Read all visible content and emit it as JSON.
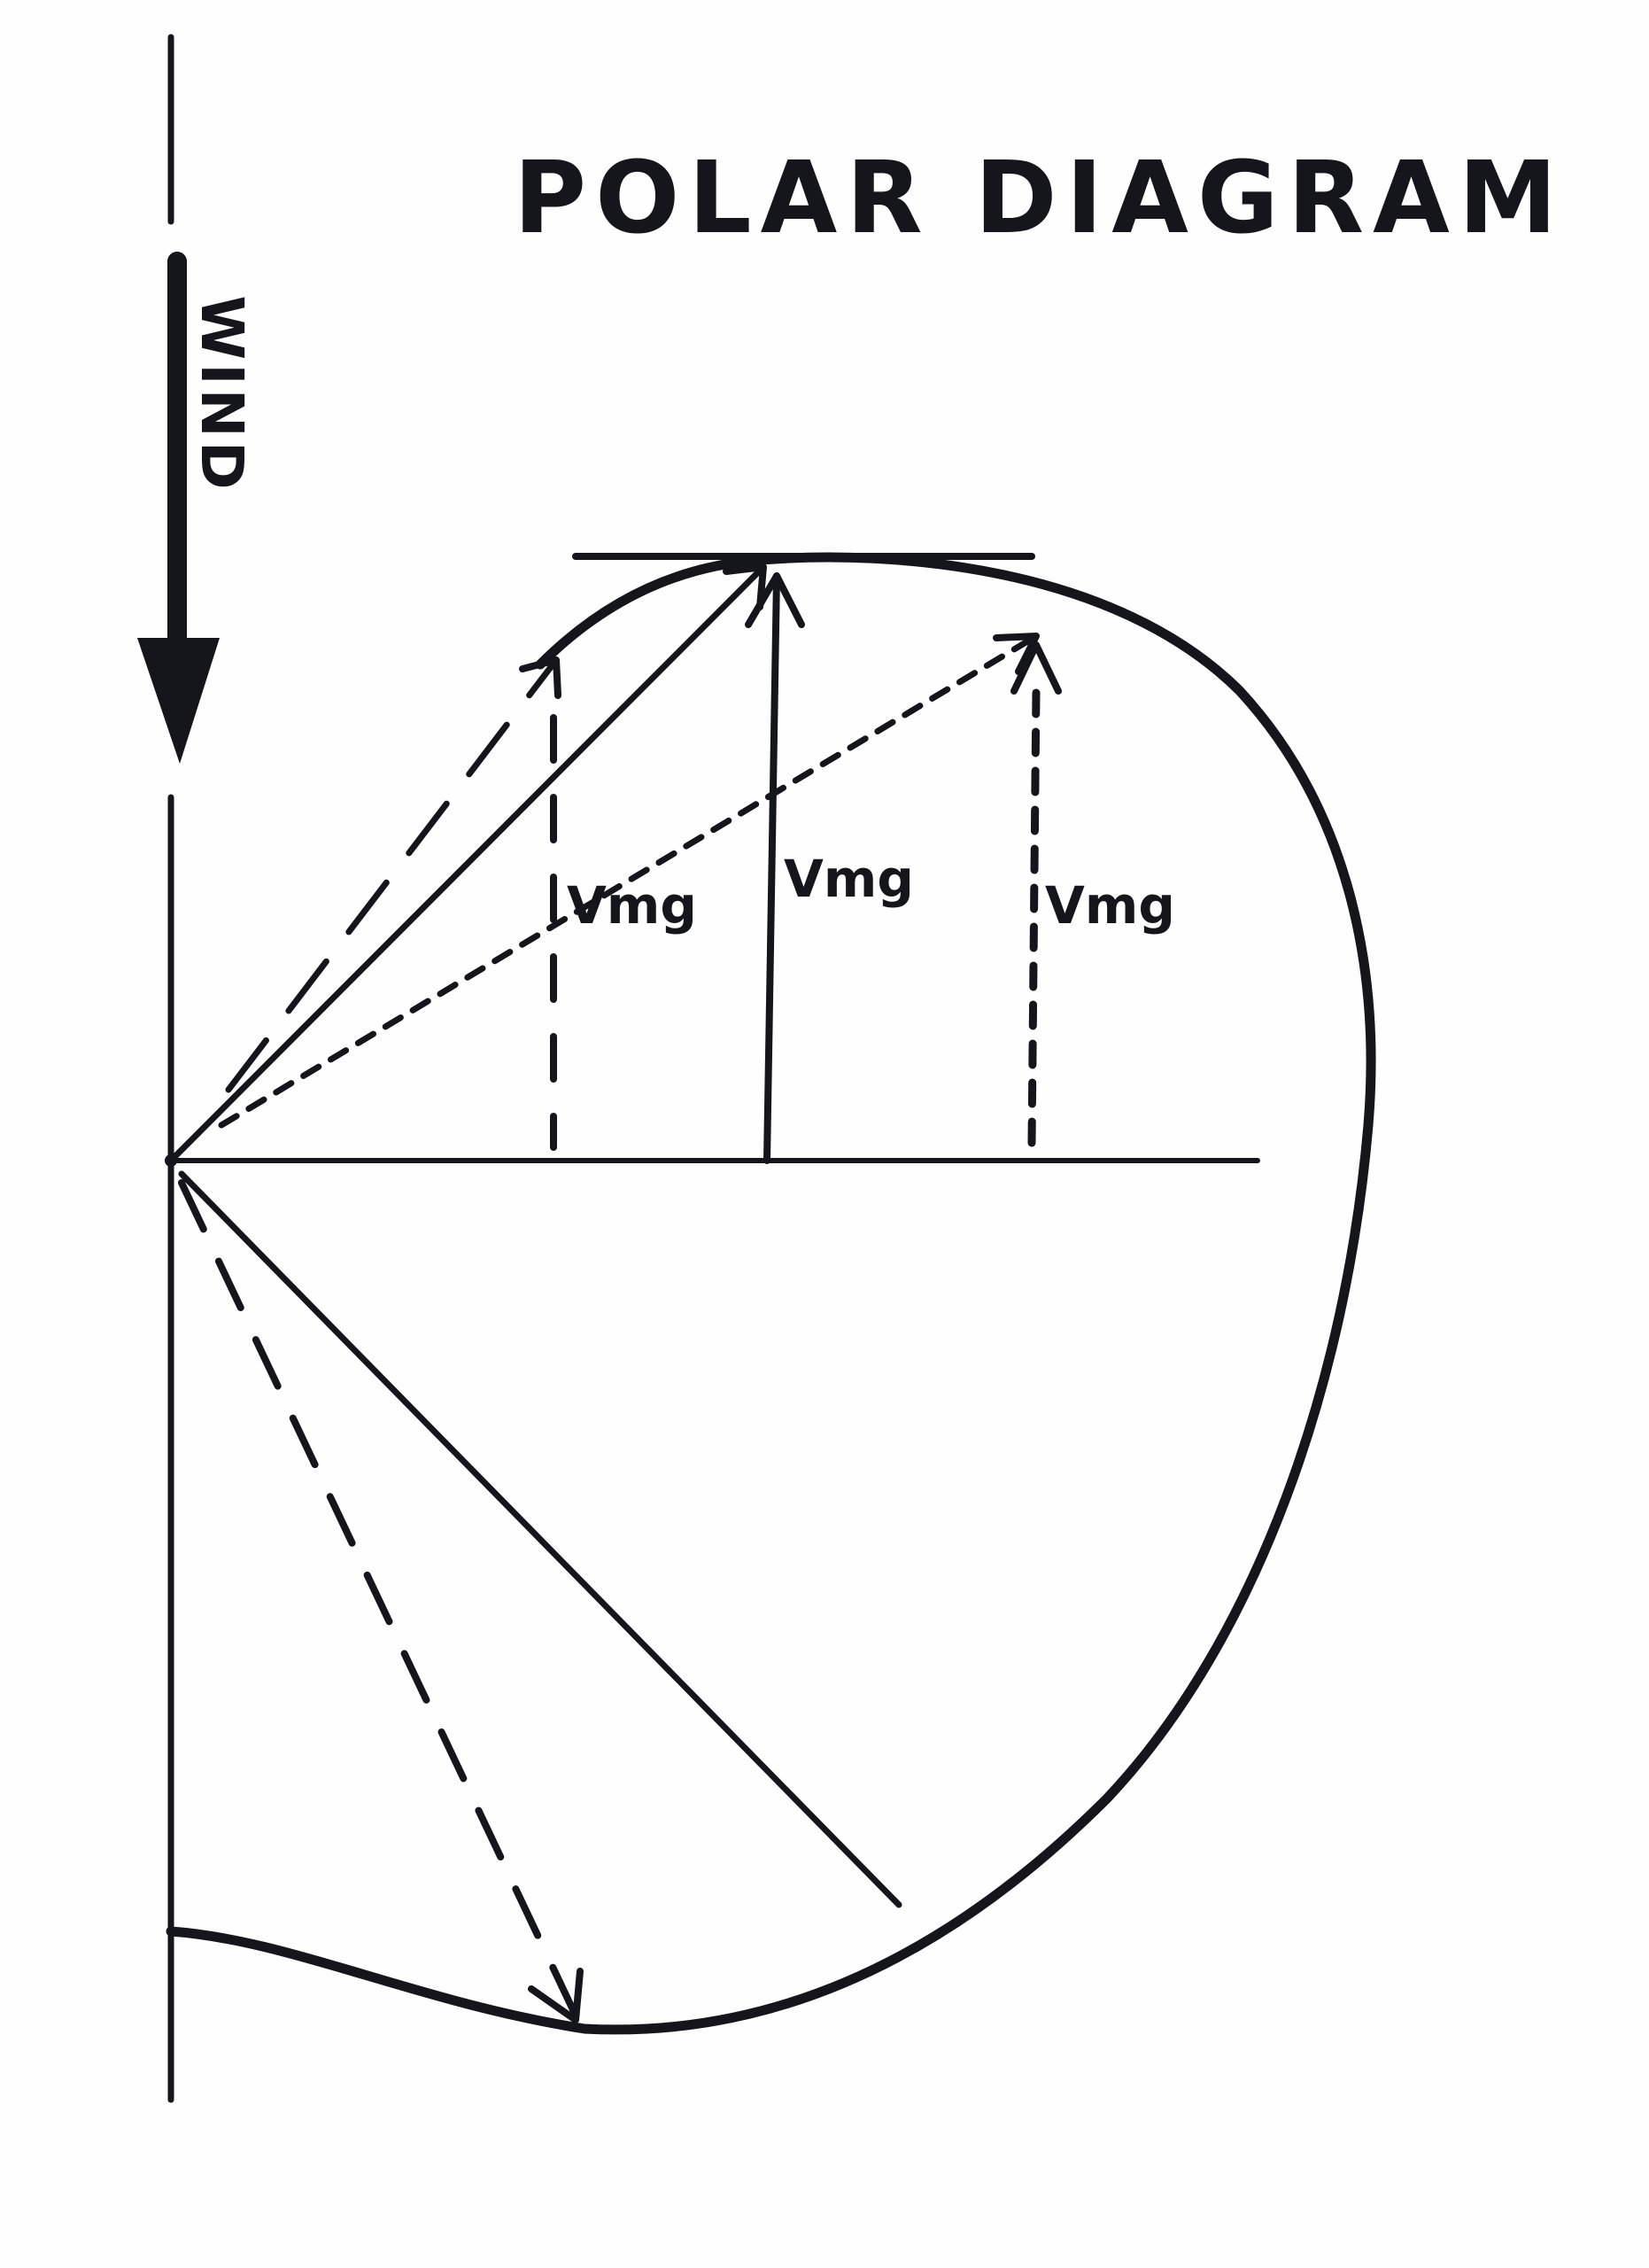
{
  "title": "POLAR DIAGRAM",
  "wind_label": "WIND",
  "vmg_labels": [
    "Vmg",
    "Vmg",
    "Vmg"
  ],
  "colors": {
    "ink": "#15151c",
    "paper": "#fefefe"
  }
}
